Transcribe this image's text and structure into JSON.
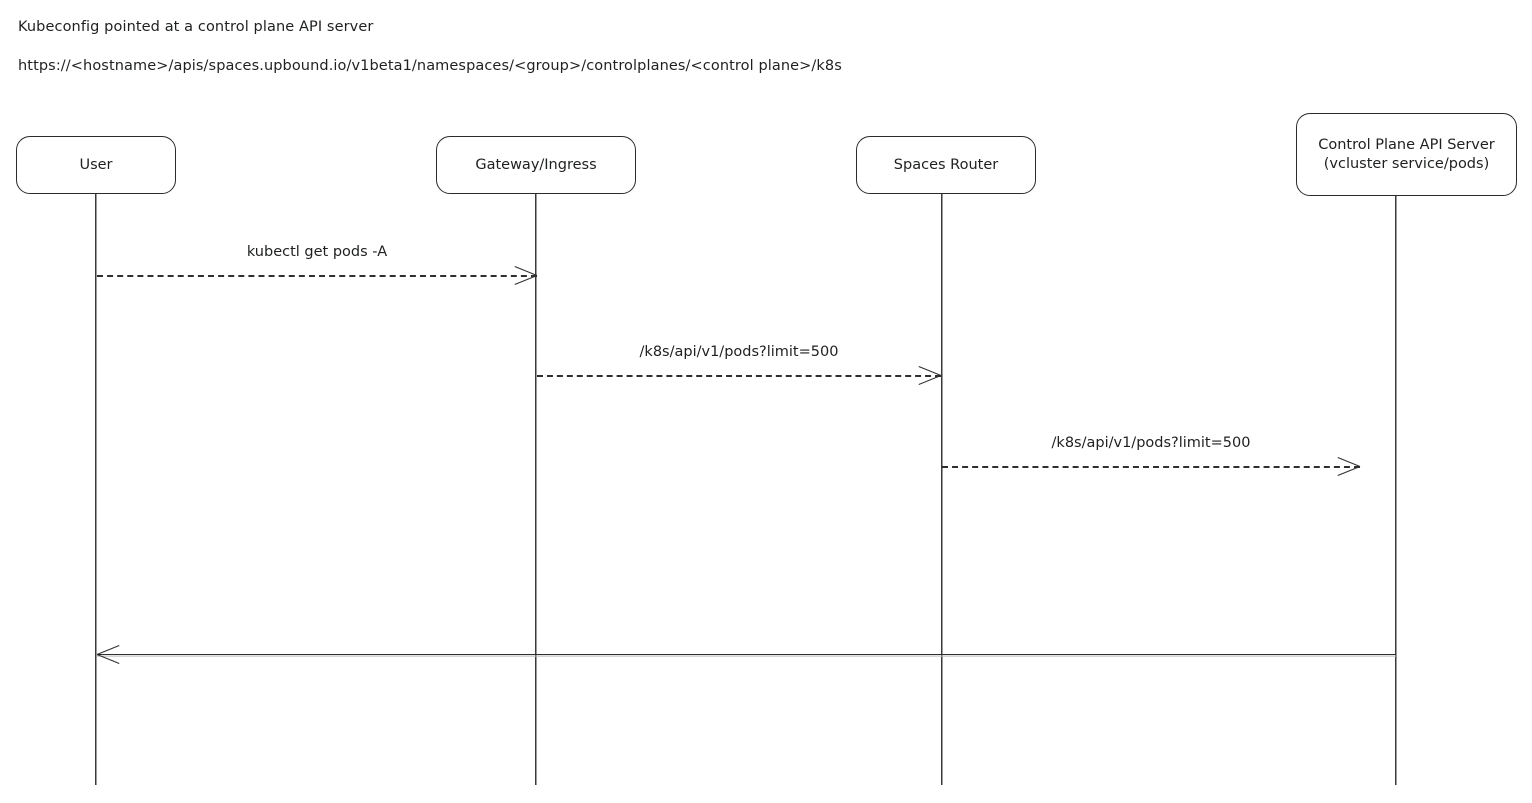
{
  "diagram": {
    "type": "sequence-diagram",
    "notes": {
      "title": "Kubeconfig pointed at a control plane API server",
      "url": "https://<hostname>/apis/spaces.upbound.io/v1beta1/namespaces/<group>/controlplanes/<control plane>/k8s"
    },
    "participants": [
      {
        "id": "user",
        "label": "User"
      },
      {
        "id": "gateway",
        "label": "Gateway/Ingress"
      },
      {
        "id": "spaces-router",
        "label": "Spaces Router"
      },
      {
        "id": "control-plane",
        "label": "Control Plane API Server\n(vcluster service/pods)"
      }
    ],
    "messages": [
      {
        "id": "kubectl",
        "label": "kubectl get pods -A",
        "from": "user",
        "to": "gateway",
        "style": "dashed",
        "direction": "right"
      },
      {
        "id": "gateway-router",
        "label": "/k8s/api/v1/pods?limit=500",
        "from": "gateway",
        "to": "spaces-router",
        "style": "dashed",
        "direction": "right"
      },
      {
        "id": "router-cp",
        "label": "/k8s/api/v1/pods?limit=500",
        "from": "spaces-router",
        "to": "control-plane",
        "style": "dashed",
        "direction": "right"
      },
      {
        "id": "response",
        "label": "",
        "from": "control-plane",
        "to": "user",
        "style": "solid",
        "direction": "left"
      }
    ],
    "colors": {
      "background": "#ffffff",
      "stroke": "#2b2b2b",
      "text": "#1f2020",
      "lifeline": "#3a3a3a"
    }
  }
}
